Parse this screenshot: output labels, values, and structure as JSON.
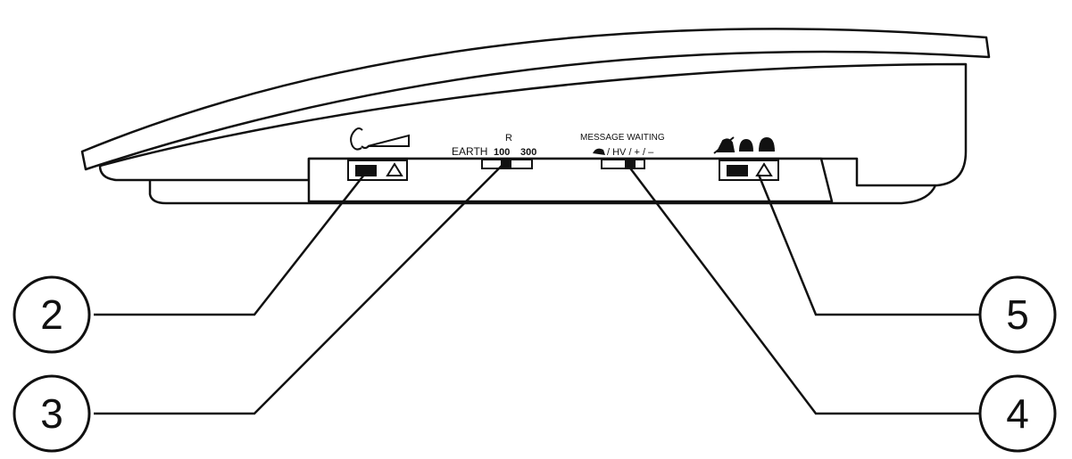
{
  "panel_labels": {
    "earth": "EARTH",
    "r": "R",
    "r100": "100",
    "r300": "300",
    "message_waiting": "MESSAGE WAITING",
    "mw_modes": "/ HV / + / –"
  },
  "callouts": [
    {
      "id": "2",
      "label": "2"
    },
    {
      "id": "3",
      "label": "3"
    },
    {
      "id": "4",
      "label": "4"
    },
    {
      "id": "5",
      "label": "5"
    }
  ],
  "icons": {
    "handset_volume": "handset-volume-icon",
    "ringer": "ringer-bell-icons",
    "lamp": "message-lamp-icon"
  }
}
